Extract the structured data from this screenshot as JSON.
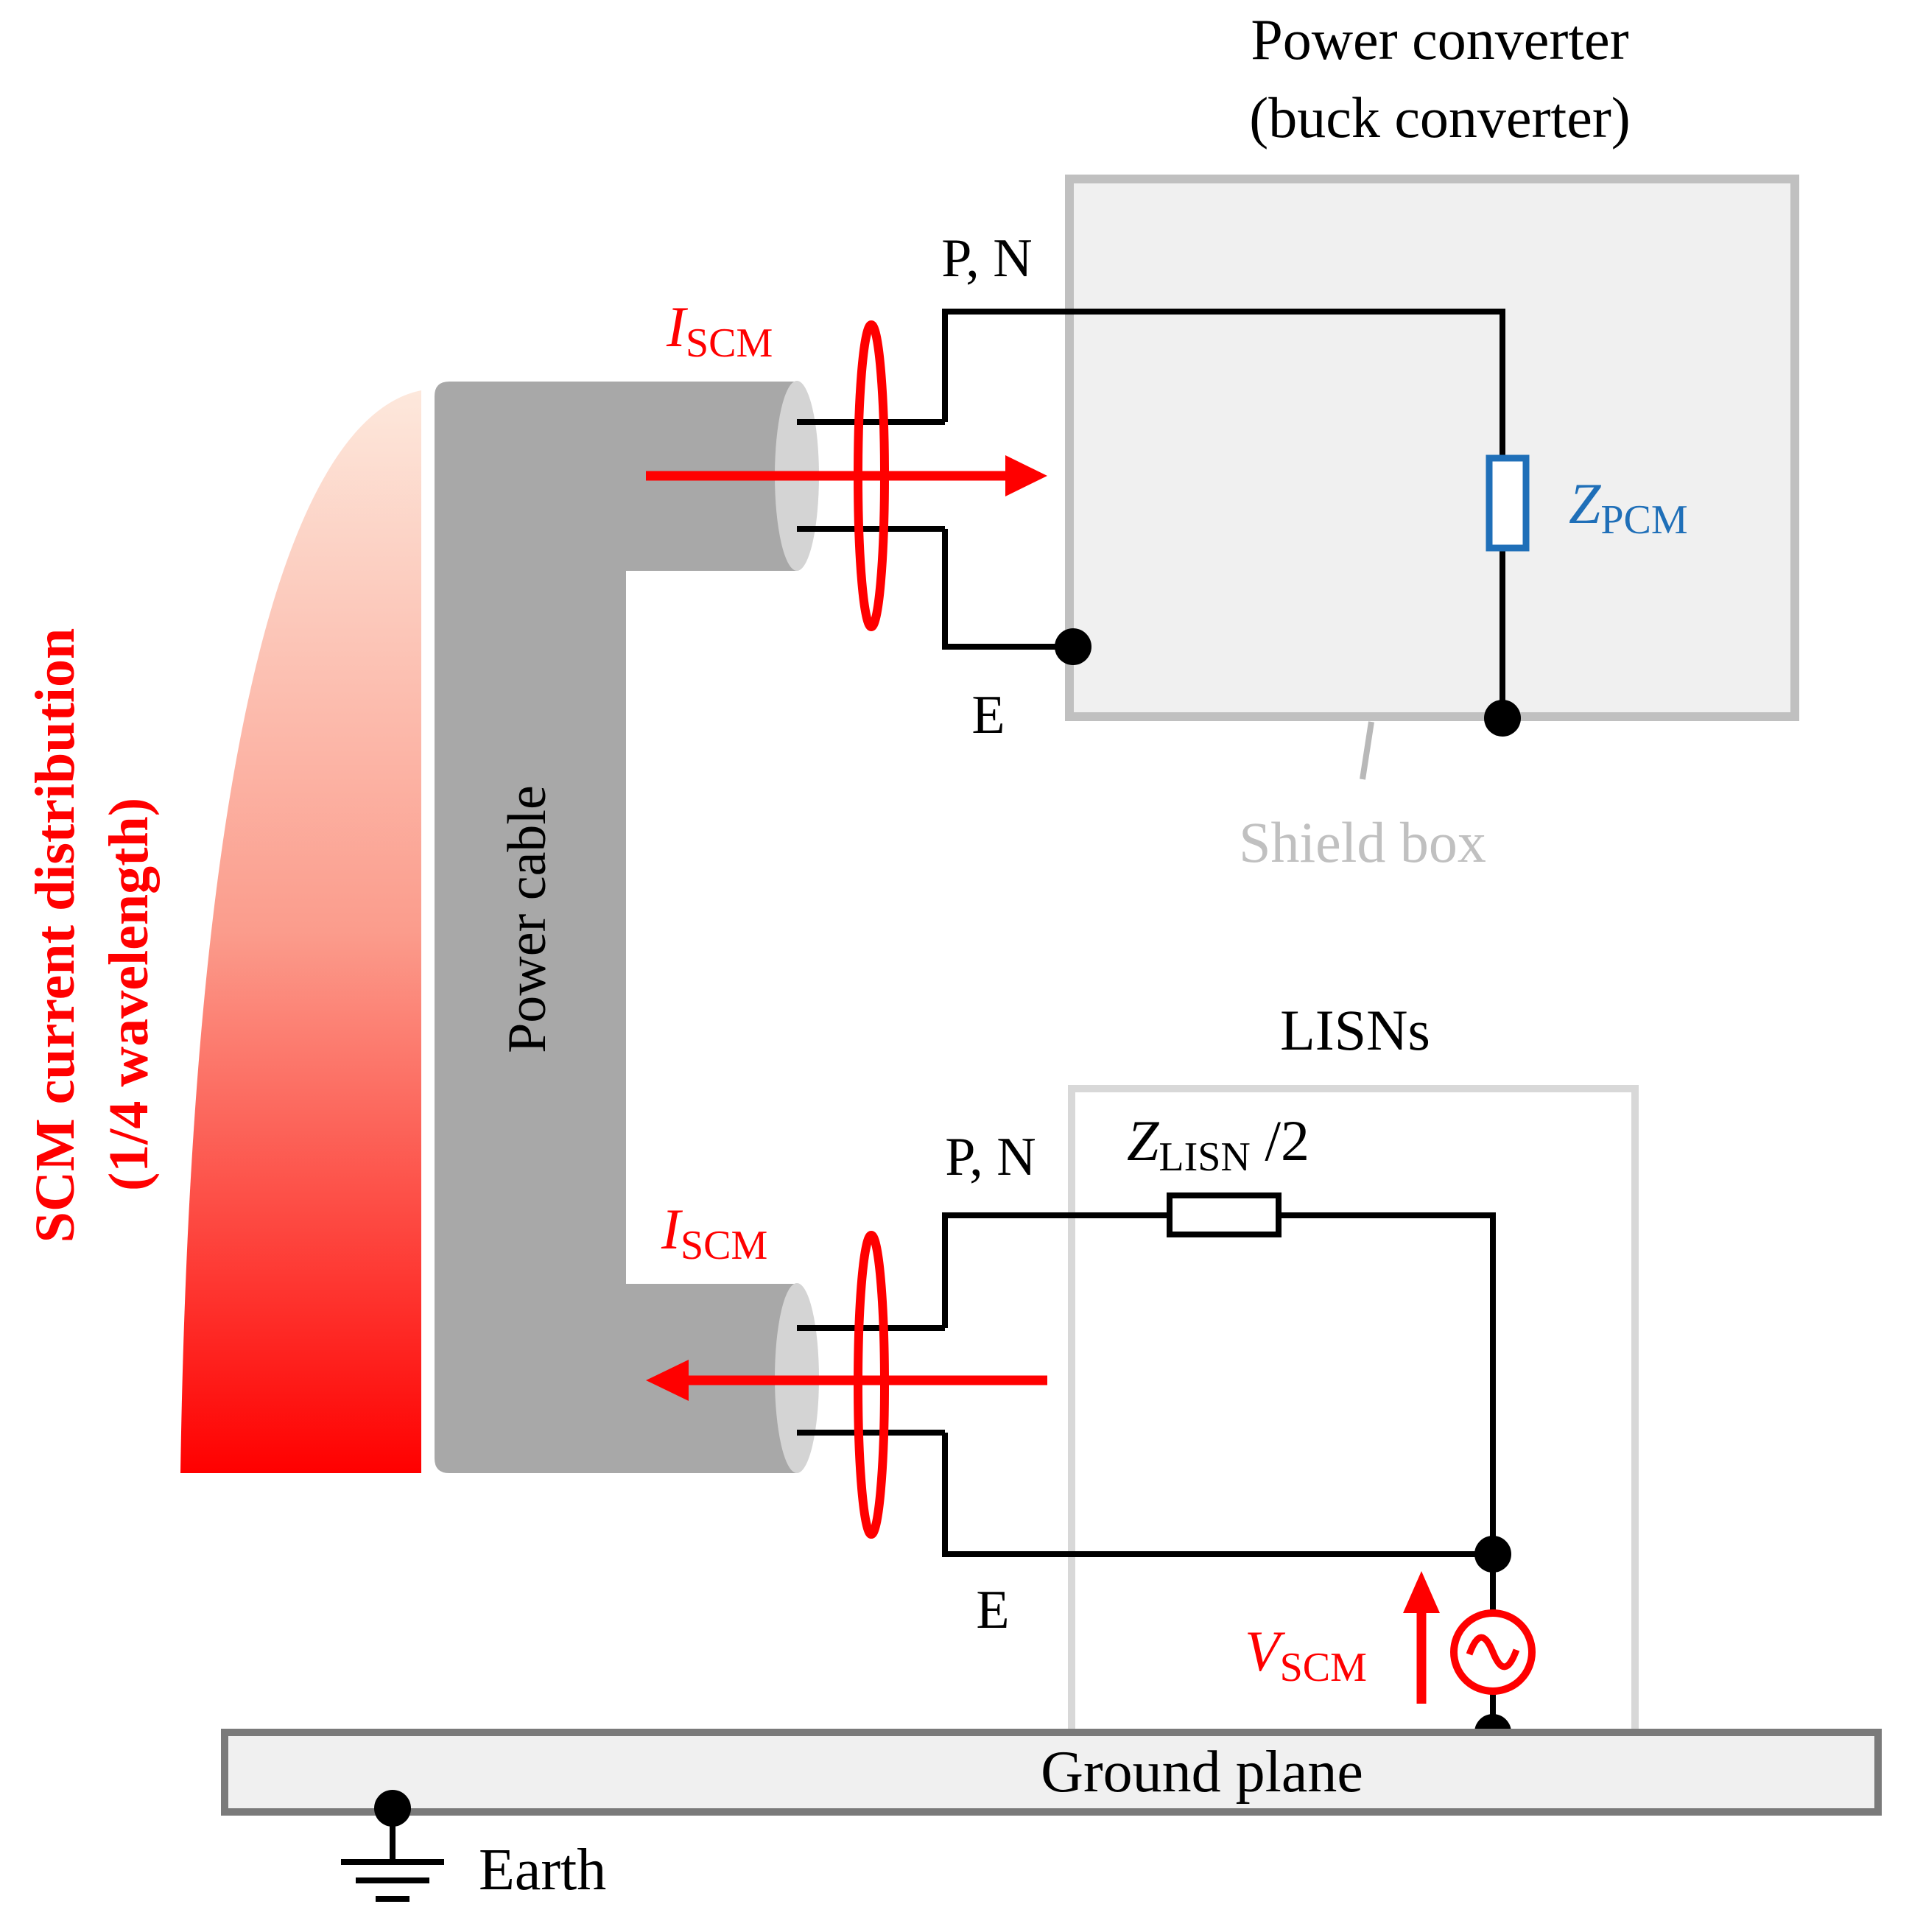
{
  "power_converter": {
    "title_line1": "Power converter",
    "title_line2": "(buck converter)",
    "terminal_pn": "P, N",
    "terminal_e": "E",
    "impedance_main": "Z",
    "impedance_sub": "PCM",
    "enclosure_label": "Shield box"
  },
  "lisn": {
    "title": "LISNs",
    "terminal_pn": "P, N",
    "terminal_e": "E",
    "impedance_main": "Z",
    "impedance_sub": "LISN",
    "impedance_suffix": " /2",
    "source_main": "V",
    "source_sub": "SCM"
  },
  "current_top": {
    "main": "I",
    "sub": "SCM"
  },
  "current_bottom": {
    "main": "I",
    "sub": "SCM"
  },
  "cable_label": "Power cable",
  "distribution": {
    "line1": "SCM current distribution",
    "line2": "(1/4 wavelength)"
  },
  "ground_plane_label": "Ground plane",
  "earth_label": "Earth",
  "colors": {
    "current_red": "#ff0000",
    "impedance_blue": "#1f6fb8",
    "cable_gray": "#a8a8a8",
    "shield_gray": "#c0c0c0",
    "box_fill": "#f0f0f0",
    "wire_black": "#000000"
  }
}
